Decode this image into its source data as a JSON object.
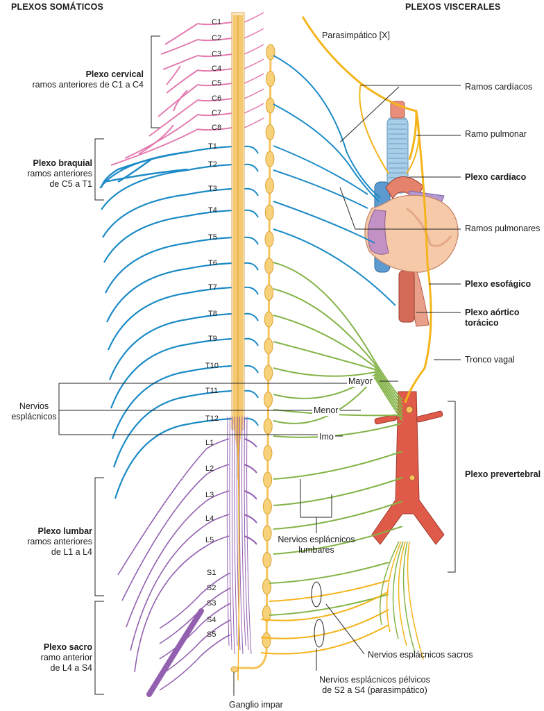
{
  "headers": {
    "somatic": "PLEXOS SOMÁTICOS",
    "visceral": "PLEXOS VISCERALES"
  },
  "cervical": {
    "name": "Plexo cervical",
    "desc": "ramos anteriores de C1 a C4"
  },
  "brachial": {
    "name": "Plexo braquial",
    "desc1": "ramos anteriores",
    "desc2": "de C5 a T1"
  },
  "lumbar_plexus": {
    "name": "Plexo lumbar",
    "desc1": "ramos anteriores",
    "desc2": "de L1 a L4"
  },
  "sacral_plexus": {
    "name": "Plexo sacro",
    "desc1": "ramo anterior",
    "desc2": "de L4 a S4"
  },
  "splanchnic": {
    "line1": "Nervios",
    "line2": "esplácnicos",
    "mayor": "Mayor",
    "menor": "Menor",
    "imo": "Imo"
  },
  "segments": {
    "cervical": [
      "C1",
      "C2",
      "C3",
      "C4",
      "C5",
      "C6",
      "C7",
      "C8"
    ],
    "thoracic": [
      "T1",
      "T2",
      "T3",
      "T4",
      "T5",
      "T6",
      "T7",
      "T8",
      "T9",
      "T10",
      "T11",
      "T12"
    ],
    "lumbar": [
      "L1",
      "L2",
      "L3",
      "L4",
      "L5"
    ],
    "sacral": [
      "S1",
      "S2",
      "S3",
      "S4",
      "S5"
    ]
  },
  "visceral": {
    "parasympathetic": "Parasimpático [X]",
    "cardiac_branches": "Ramos cardíacos",
    "pulmonary_branch": "Ramo pulmonar",
    "cardiac_plexus": "Plexo cardíaco",
    "pulmonary_branches": "Ramos pulmonares",
    "esophageal_plexus": "Plexo esofágico",
    "aortic_plexus_1": "Plexo aórtico",
    "aortic_plexus_2": "torácico",
    "vagal_trunk": "Tronco vagal",
    "prevertebral_plexus": "Plexo prevertebral"
  },
  "lumbar_splanchnic": {
    "line1": "Nervios esplácnicos",
    "line2": "lumbares"
  },
  "sacral_splanchnic": "Nervios esplácnicos sacros",
  "pelvic_splanchnic": {
    "line1": "Nervios esplácnicos pélvicos",
    "line2": "de S2 a S4 (parasimpático)"
  },
  "ganglion_impar": "Ganglio impar",
  "colors": {
    "cervical_brachial_pink": "#e37bb0",
    "thoracic_blue": "#1b8ac6",
    "lumbosacral_purple": "#9360b0",
    "spinal_cord": "#f5c872",
    "sympathetic_chain": "#f6c45a",
    "vagus_orange": "#f4b41a",
    "splanchnic_green": "#84b448",
    "aorta_red": "#e05a4a",
    "heart_peach": "#f6c9a8"
  }
}
